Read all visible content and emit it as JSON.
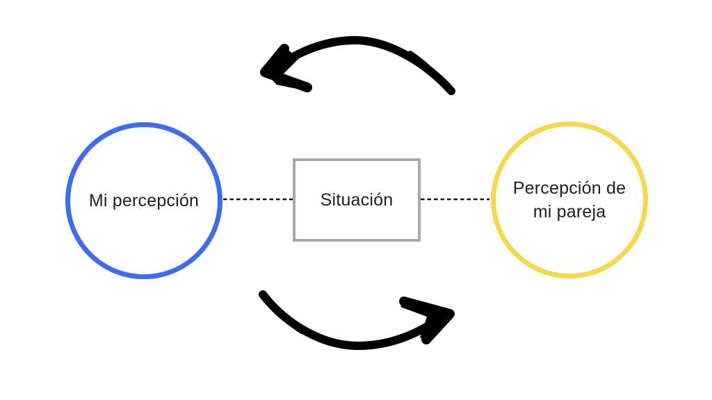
{
  "diagram": {
    "left_circle": {
      "label": "Mi percepción"
    },
    "center_box": {
      "label": "Situación"
    },
    "right_circle": {
      "label": "Percepción de mi pareja"
    }
  },
  "colors": {
    "left_circle_stroke": "#3d6cf0",
    "right_circle_stroke": "#f6d84e",
    "center_box_border": "#a8a8a8",
    "arrow": "#000000",
    "connector": "#111111",
    "text": "#1f1f1f",
    "background": "#ffffff"
  }
}
